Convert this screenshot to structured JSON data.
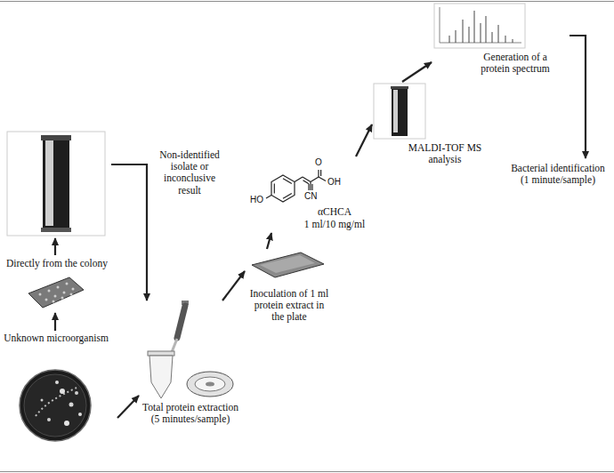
{
  "diagram": {
    "nodes": [
      {
        "text": [
          "Unknown microorganism"
        ]
      },
      {
        "text": [
          "Directly from the colony"
        ]
      },
      {
        "text": [
          "Total protein extraction (5 minutes/sample)"
        ]
      },
      {
        "text": [
          "Inoculation of 1 ml protein extract in the plate"
        ]
      },
      {
        "text": [
          "αCHCA",
          "1 ml/10 mg/ml"
        ]
      },
      {
        "text": [
          "MALDI-TOF MS analysis"
        ]
      },
      {
        "text": [
          "Generation of a protein spectrum"
        ]
      },
      {
        "text": [
          "Bacterial identification (1 minute/sample)"
        ]
      }
    ],
    "edges": [
      {
        "from": 0,
        "to": 1,
        "arrow": "to"
      },
      {
        "from": 0,
        "to": 2,
        "arrow": "to"
      },
      {
        "from": 1,
        "to": 2,
        "label": "Non-identified isolate or inconclusive result",
        "arrow": "to"
      },
      {
        "from": 2,
        "to": 3,
        "arrow": "to"
      },
      {
        "from": 3,
        "to": 4,
        "arrow": "to"
      },
      {
        "from": 4,
        "to": 5,
        "arrow": "to"
      },
      {
        "from": 5,
        "to": 6,
        "arrow": "to"
      },
      {
        "from": 6,
        "to": 7,
        "arrow": "to"
      }
    ],
    "labels": [
      "HO",
      "O",
      "OH",
      "CN"
    ]
  }
}
